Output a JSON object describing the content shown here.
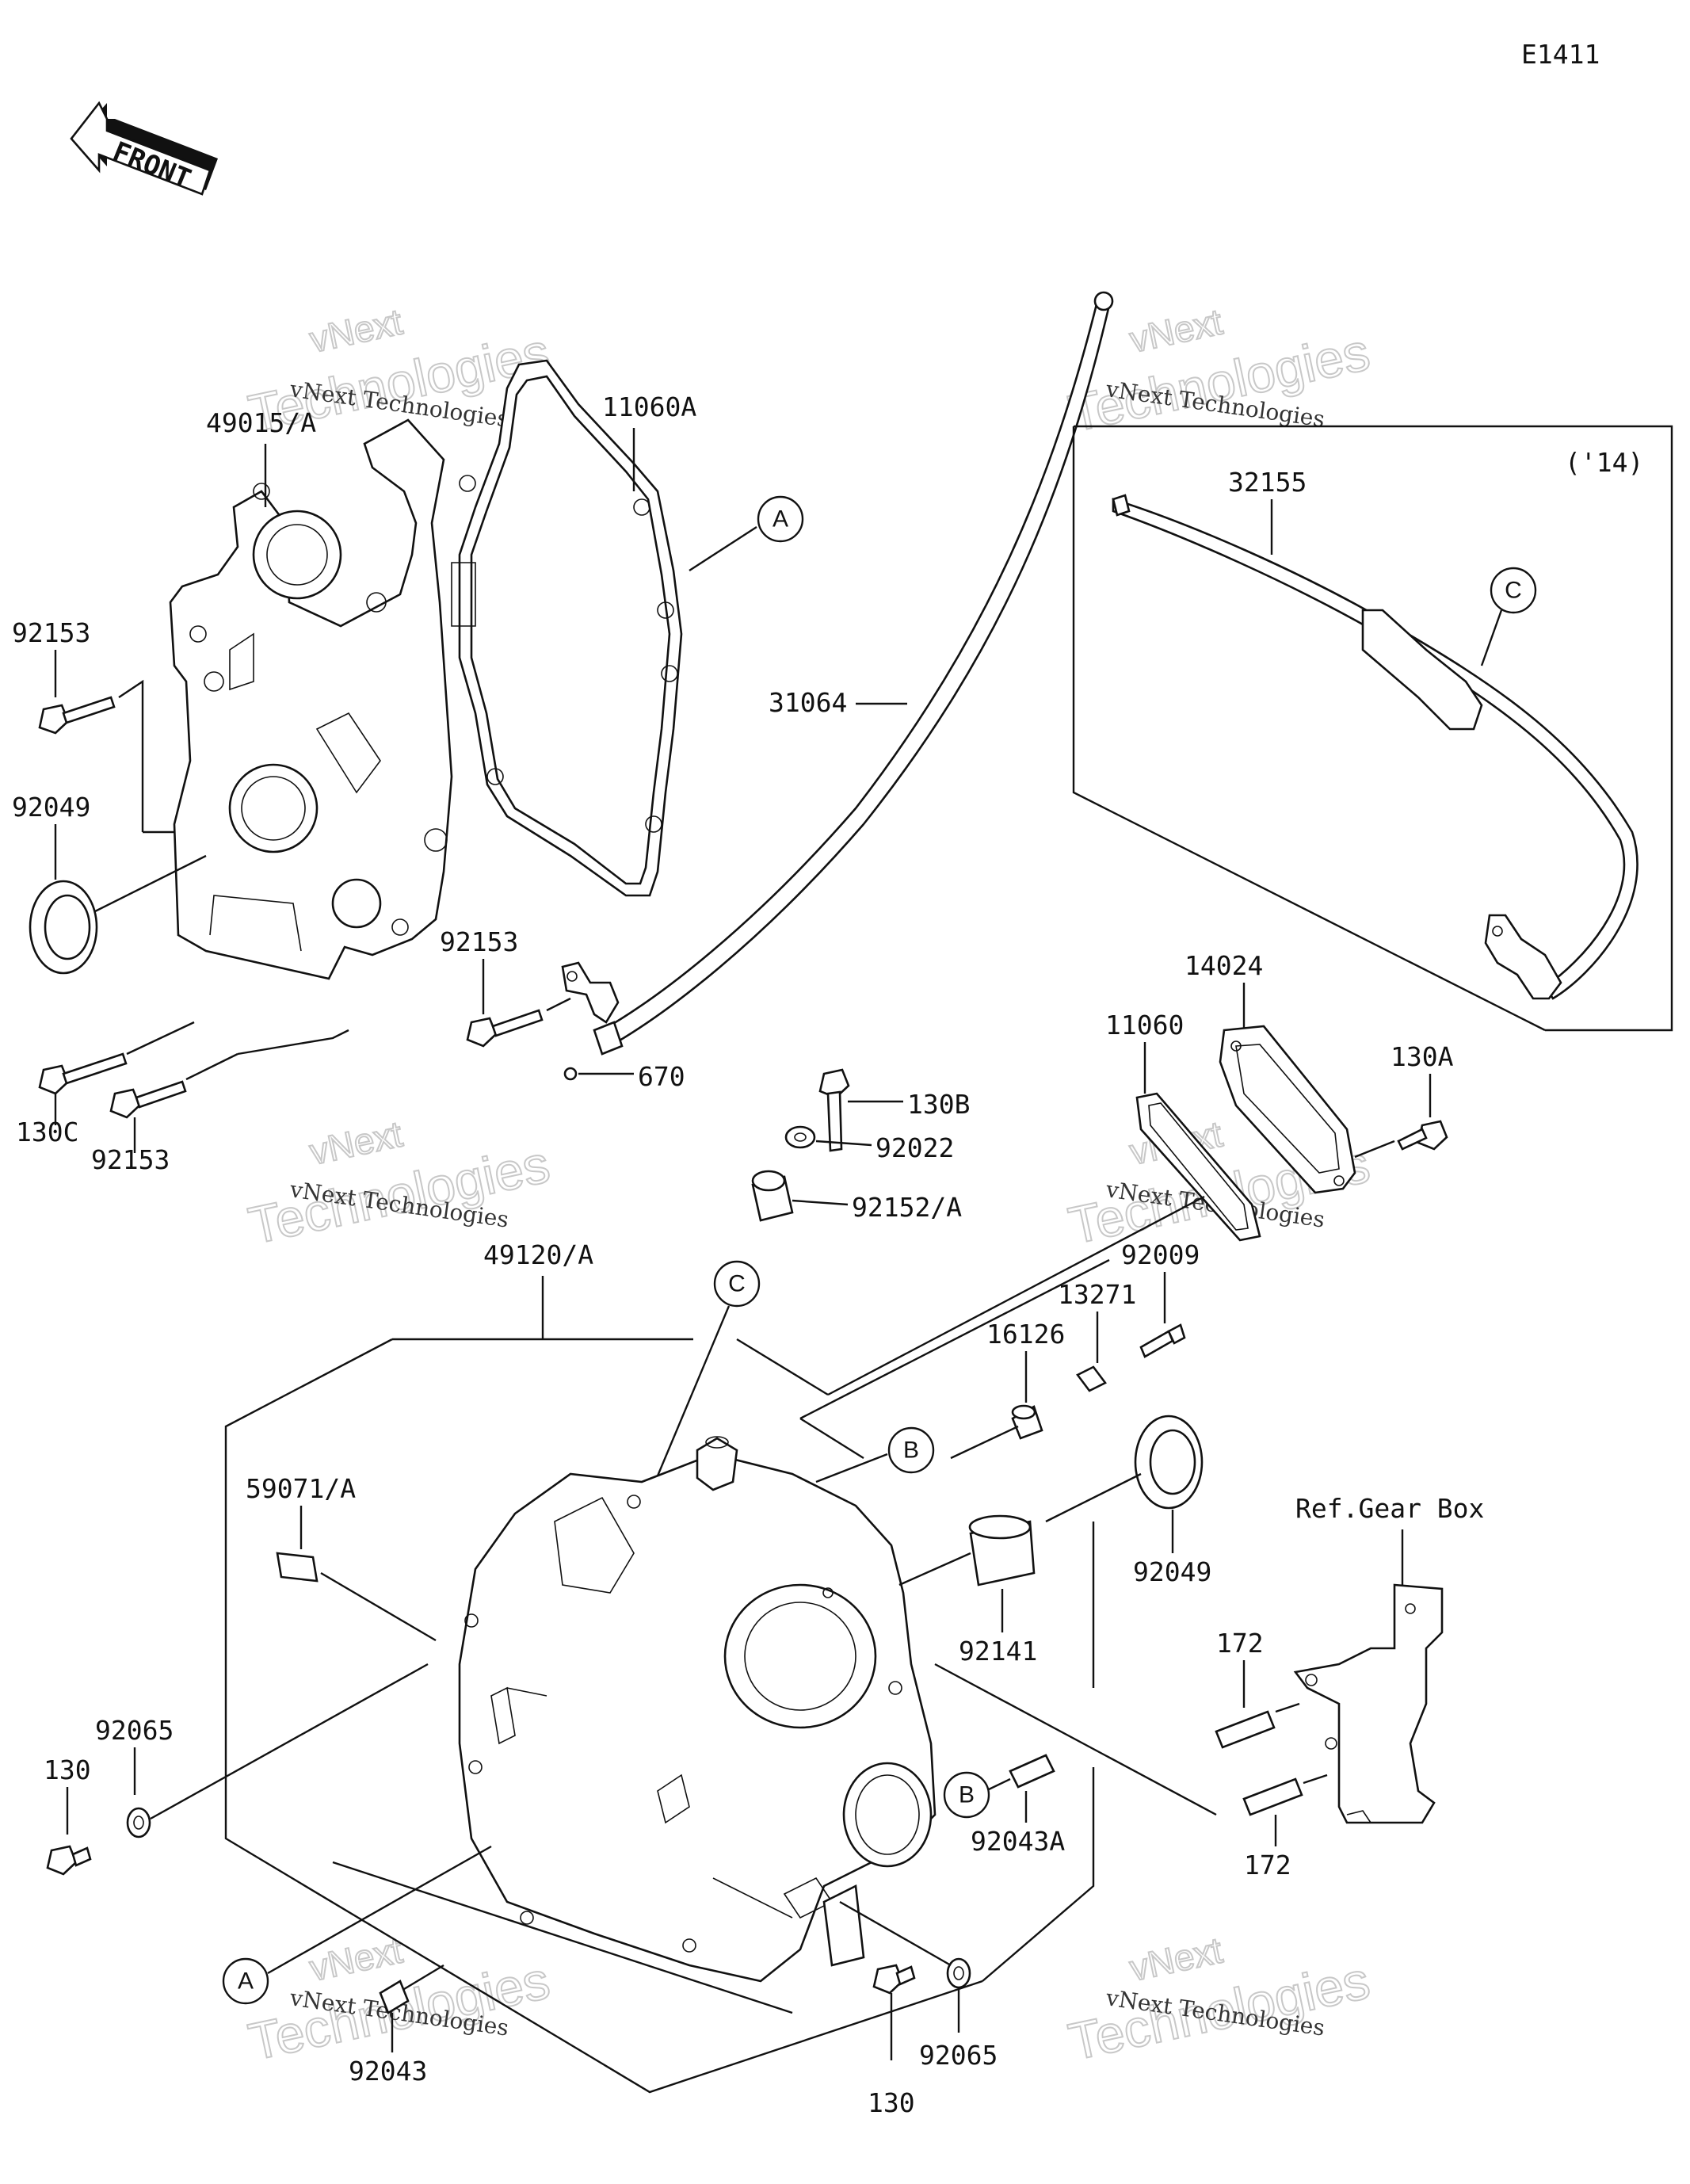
{
  "diagram_code": "E1411",
  "front_label": "FRONT",
  "year_note": "('14)",
  "reference": "Ref.Gear Box",
  "watermark": {
    "line1": "vNext Technologies",
    "line2a": "vNext",
    "line2b": "Technologies"
  },
  "callouts": {
    "A": "A",
    "B": "B",
    "C": "C"
  },
  "parts": [
    "49015/A",
    "11060A",
    "92153",
    "92049",
    "130C",
    "92153",
    "92153",
    "670",
    "31064",
    "32155",
    "130B",
    "92022",
    "92152/A",
    "14024",
    "11060",
    "130A",
    "92009",
    "13271",
    "16126",
    "49120/A",
    "59071/A",
    "92049",
    "92141",
    "92065",
    "130",
    "172",
    "172",
    "92043A",
    "92043",
    "130",
    "92065"
  ]
}
